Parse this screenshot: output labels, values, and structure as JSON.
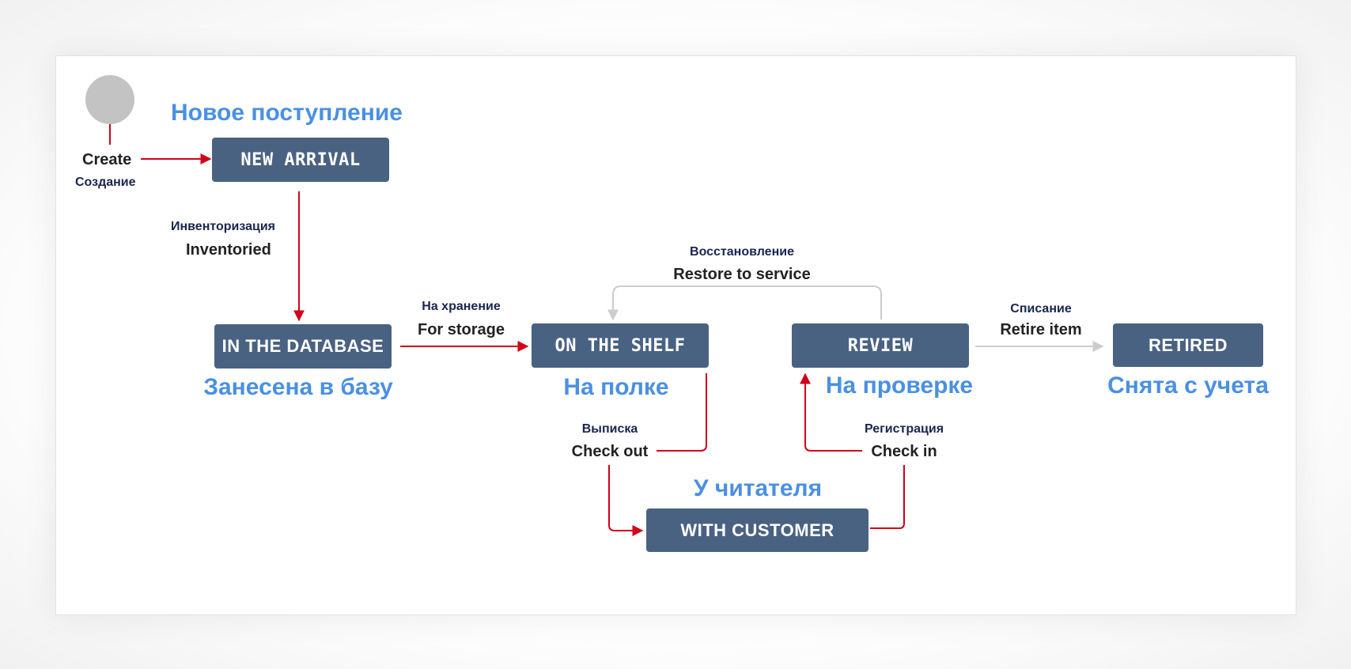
{
  "states": {
    "new_arrival": {
      "label": "NEW ARRIVAL",
      "ru": "Новое поступление"
    },
    "in_database": {
      "label": "IN THE DATABASE",
      "ru": "Занесена в базу"
    },
    "on_shelf": {
      "label": "ON THE SHELF",
      "ru": "На полке"
    },
    "review": {
      "label": "REVIEW",
      "ru": "На проверке"
    },
    "retired": {
      "label": "RETIRED",
      "ru": "Снята с учета"
    },
    "with_customer": {
      "label": "WITH CUSTOMER",
      "ru": "У читателя"
    }
  },
  "transitions": {
    "create": {
      "en": "Create",
      "ru": "Создание"
    },
    "inventoried": {
      "en": "Inventoried",
      "ru": "Инвенторизация"
    },
    "for_storage": {
      "en": "For storage",
      "ru": "На хранение"
    },
    "restore": {
      "en": "Restore to service",
      "ru": "Восстановление"
    },
    "retire": {
      "en": "Retire item",
      "ru": "Списание"
    },
    "check_out": {
      "en": "Check out",
      "ru": "Выписка"
    },
    "check_in": {
      "en": "Check in",
      "ru": "Регистрация"
    }
  },
  "colors": {
    "state_fill": "#4a6282",
    "state_text": "#ffffff",
    "title_blue": "#4a90e2",
    "active_arrow": "#d0021b",
    "inactive_arrow": "#cccccc",
    "start_node": "#c3c3c3"
  }
}
